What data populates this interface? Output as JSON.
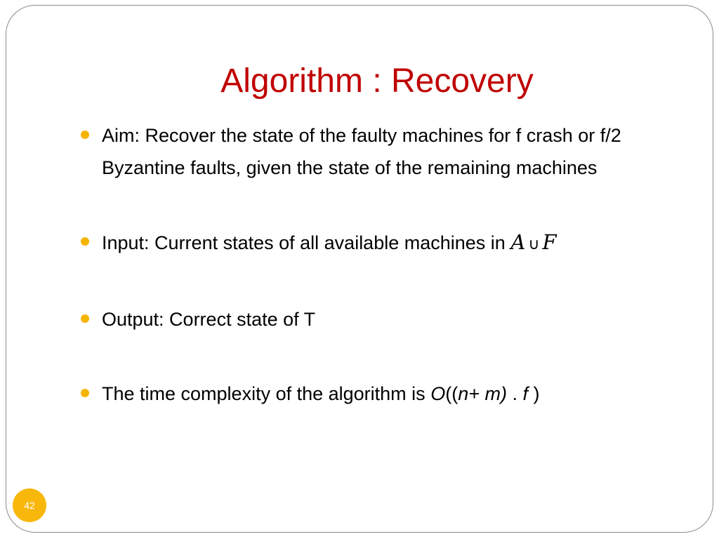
{
  "slide": {
    "title": "Algorithm : Recovery",
    "page_number": "42",
    "colors": {
      "title": "#c00000",
      "bullet": "#f4b400",
      "page_badge": "#f7b70b",
      "frame": "#8a8a8a"
    }
  },
  "bullets": [
    {
      "text": "Aim: Recover the state of the faulty machines for f crash or f/2 Byzantine faults, given the state of the remaining machines"
    },
    {
      "text": "Input: Current states of all available machines in",
      "math_a": "A",
      "math_union": "∪",
      "math_f": "F"
    },
    {
      "text": "Output: Correct state of T"
    },
    {
      "text": "The time complexity of the algorithm is",
      "o": "O",
      "open": "((",
      "nm": "n+ m)",
      "dot": " . ",
      "f": "f",
      "close": " )"
    }
  ]
}
